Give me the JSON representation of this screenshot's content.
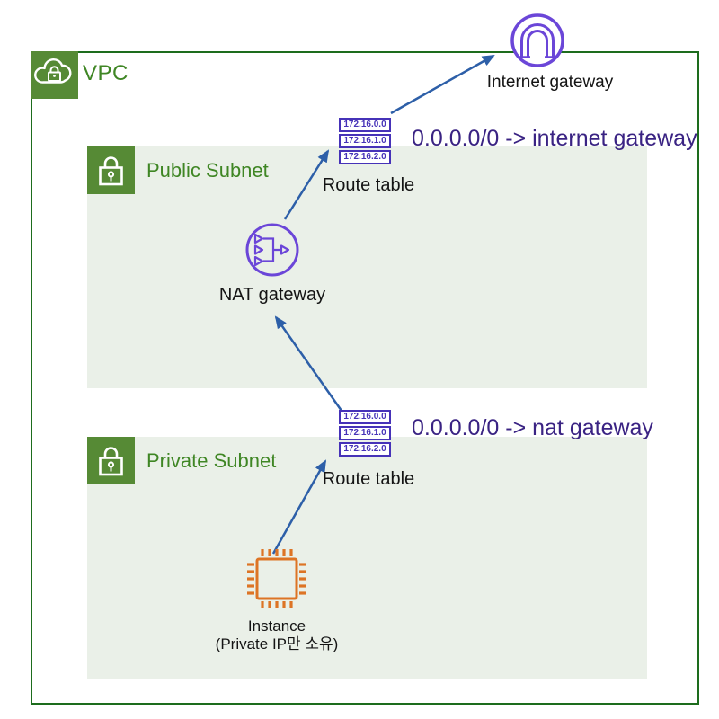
{
  "vpc": {
    "label": "VPC"
  },
  "internet_gateway": {
    "label": "Internet gateway"
  },
  "public_subnet": {
    "label": "Public Subnet"
  },
  "private_subnet": {
    "label": "Private Subnet"
  },
  "nat_gateway": {
    "label": "NAT gateway"
  },
  "instance": {
    "label": "Instance",
    "sublabel": "(Private IP만 소유)"
  },
  "public_route_table": {
    "label": "Route table",
    "routes": [
      "172.16.0.0",
      "172.16.1.0",
      "172.16.2.0"
    ],
    "annotation": "0.0.0.0/0 -> internet gateway"
  },
  "private_route_table": {
    "label": "Route table",
    "routes": [
      "172.16.0.0",
      "172.16.1.0",
      "172.16.2.0"
    ],
    "annotation": "0.0.0.0/0 -> nat gateway"
  },
  "colors": {
    "vpc_border_green": "#1d6c1d",
    "icon_green": "#568a35",
    "label_green": "#3f8624",
    "subnet_bg_green": "#eaf0e8",
    "gateway_purple": "#6b46d8",
    "route_table_purple": "#4632b8",
    "annotation_purple": "#3a2383",
    "arrow_blue": "#2d5fa8",
    "instance_orange": "#dd7425",
    "text_black": "#141414"
  }
}
